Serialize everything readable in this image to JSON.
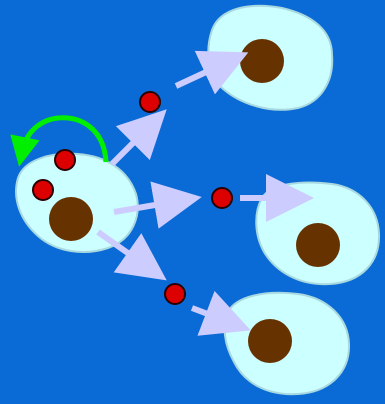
{
  "diagram": {
    "background_color": "#0a6ad6",
    "colors": {
      "cell_fill": "#ccffff",
      "cell_stroke": "#a8d8e0",
      "nucleus": "#663300",
      "particle_fill": "#dd0000",
      "particle_stroke": "#2a0000",
      "arrow": "#ccccff",
      "curved_arrow": "#00ee00"
    },
    "cells": [
      {
        "id": "source-cell",
        "role": "source"
      },
      {
        "id": "target-cell-top",
        "role": "target"
      },
      {
        "id": "target-cell-middle",
        "role": "target"
      },
      {
        "id": "target-cell-bottom",
        "role": "target"
      }
    ],
    "particles_count_inside_source": 2,
    "particles_count_in_transit": 3,
    "arrows_count": 6,
    "icons": [
      "rotation-arrow-icon"
    ]
  }
}
